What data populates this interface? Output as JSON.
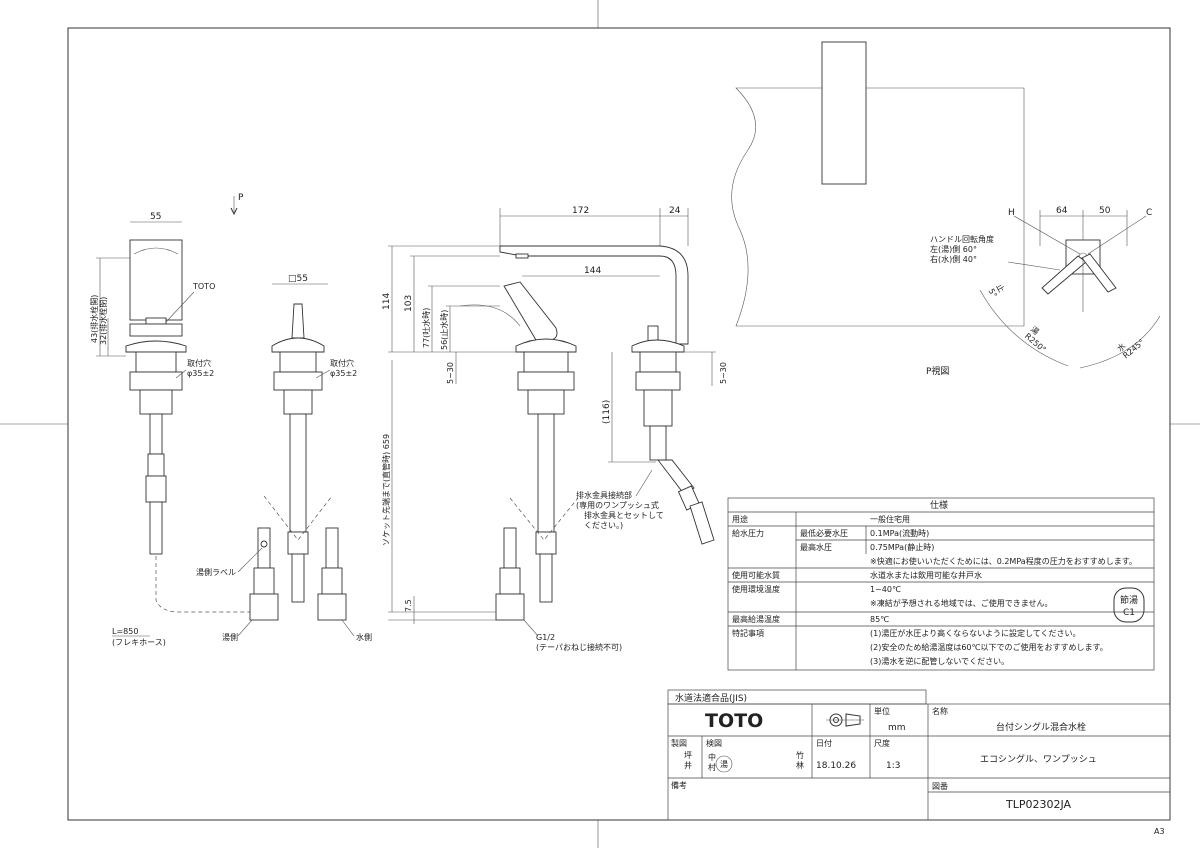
{
  "sheet_size": "A3",
  "view_label": "P視図",
  "arrow_label": "P",
  "dimensions": {
    "d55a": "55",
    "d55b": "□55",
    "d172": "172",
    "d24": "24",
    "d144": "144",
    "d114": "114",
    "d103": "103",
    "d77": "77(吐水時)",
    "d56": "56(止水時)",
    "d530a": "5~30",
    "d530b": "5~30",
    "d116": "(116)",
    "d659": "ソケット先端まで(直管時) 659",
    "d75": "7.5",
    "d43": "43(排水栓開)",
    "d32": "32(排水栓閉)",
    "d64": "64",
    "d50": "50"
  },
  "labels": {
    "toto_small": "TOTO",
    "hole1": "取付穴\nφ35±2",
    "hole2": "取付穴\nφ35±2",
    "hot_label": "湯側ラベル",
    "hot_side": "湯側",
    "cold_side": "水側",
    "hose": "L=850\n(フレキホース)",
    "g12": "G1/2\n(テーパおねじ接続不可)",
    "drain": "排水金具接続部\n(専用のワンプッシュ式\n排水金具とセットして\nください。)",
    "h": "H",
    "c": "C",
    "handle_angle": "ハンドル回転角度\n左(湯)側 60°\n右(水)側 40°",
    "r_hot": "湯\nR250°",
    "r_cold": "水\nR245°",
    "stop": "止\n5°"
  },
  "spec": {
    "header": "仕様",
    "rows": [
      {
        "k": "用途",
        "s": "",
        "v": "一般住宅用"
      },
      {
        "k": "給水圧力",
        "s": "最低必要水圧",
        "v": "0.1MPa(流動時)"
      },
      {
        "k": "",
        "s": "最高水圧",
        "v": "0.75MPa(静止時)"
      },
      {
        "k": "",
        "s": "",
        "v": "※快適にお使いいただくためには、0.2MPa程度の圧力をおすすめします。"
      },
      {
        "k": "使用可能水質",
        "s": "",
        "v": "水道水または飲用可能な井戸水"
      },
      {
        "k": "使用環境温度",
        "s": "",
        "v": "1~40℃"
      },
      {
        "k": "",
        "s": "",
        "v": "※凍結が予想される地域では、ご使用できません。"
      },
      {
        "k": "最高給湯温度",
        "s": "",
        "v": "85℃"
      },
      {
        "k": "特記事項",
        "s": "",
        "v": "(1)湯圧が水圧より高くならないように設定してください。"
      },
      {
        "k": "",
        "s": "",
        "v": "(2)安全のため給湯温度は60℃以下でのご使用をおすすめします。"
      },
      {
        "k": "",
        "s": "",
        "v": "(3)湯水を逆に配管しないでください。"
      }
    ],
    "badge": "節湯\nC1"
  },
  "title_block": {
    "jis": "水道法適合品(JIS)",
    "logo": "TOTO",
    "unit_label": "単位",
    "unit": "mm",
    "name_label": "名称",
    "name": "台付シングル混合水栓",
    "made_label": "製図",
    "made": "坪\n井",
    "check_label": "検図",
    "check": "中\n村",
    "stamp": "湯",
    "approve": "竹\n林",
    "date_label": "日付",
    "date": "18.10.26",
    "scale_label": "尺度",
    "scale": "1:3",
    "subname": "エコシングル、ワンプッシュ",
    "note_label": "備考",
    "dwg_label": "図番",
    "dwg": "TLP02302JA"
  }
}
